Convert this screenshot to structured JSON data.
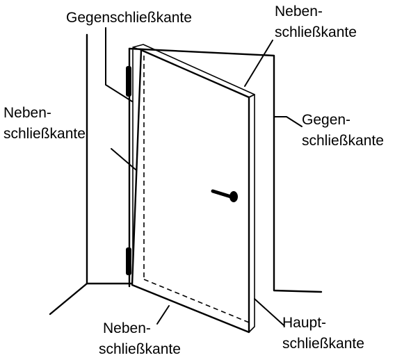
{
  "labels": {
    "top_left": "Gegenschließkante",
    "top_right_line1": "Neben-",
    "top_right_line2": "schließkante",
    "left_line1": "Neben-",
    "left_line2": "schließkante",
    "right_line1": "Gegen-",
    "right_line2": "schließkante",
    "bottom_left_line1": "Neben-",
    "bottom_left_line2": "schließkante",
    "bottom_right_line1": "Haupt-",
    "bottom_right_line2": "schließkante"
  }
}
